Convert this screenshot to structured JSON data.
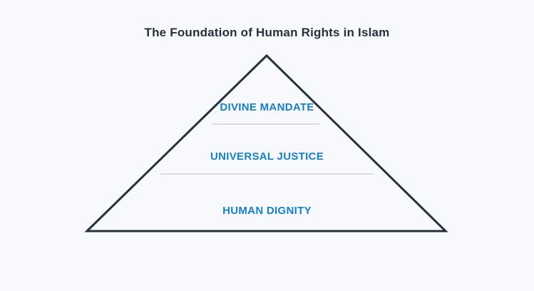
{
  "title": "The Foundation of Human Rights in Islam",
  "pyramid": {
    "levels": [
      {
        "label": "DIVINE MANDATE"
      },
      {
        "label": "UNIVERSAL JUSTICE"
      },
      {
        "label": "HUMAN DIGNITY"
      }
    ]
  },
  "colors": {
    "background": "#f8f9fc",
    "triangle_stroke": "#252f3e",
    "title_text": "#252f3e",
    "label_text": "#1780c2",
    "divider": "#d6dbe4"
  }
}
